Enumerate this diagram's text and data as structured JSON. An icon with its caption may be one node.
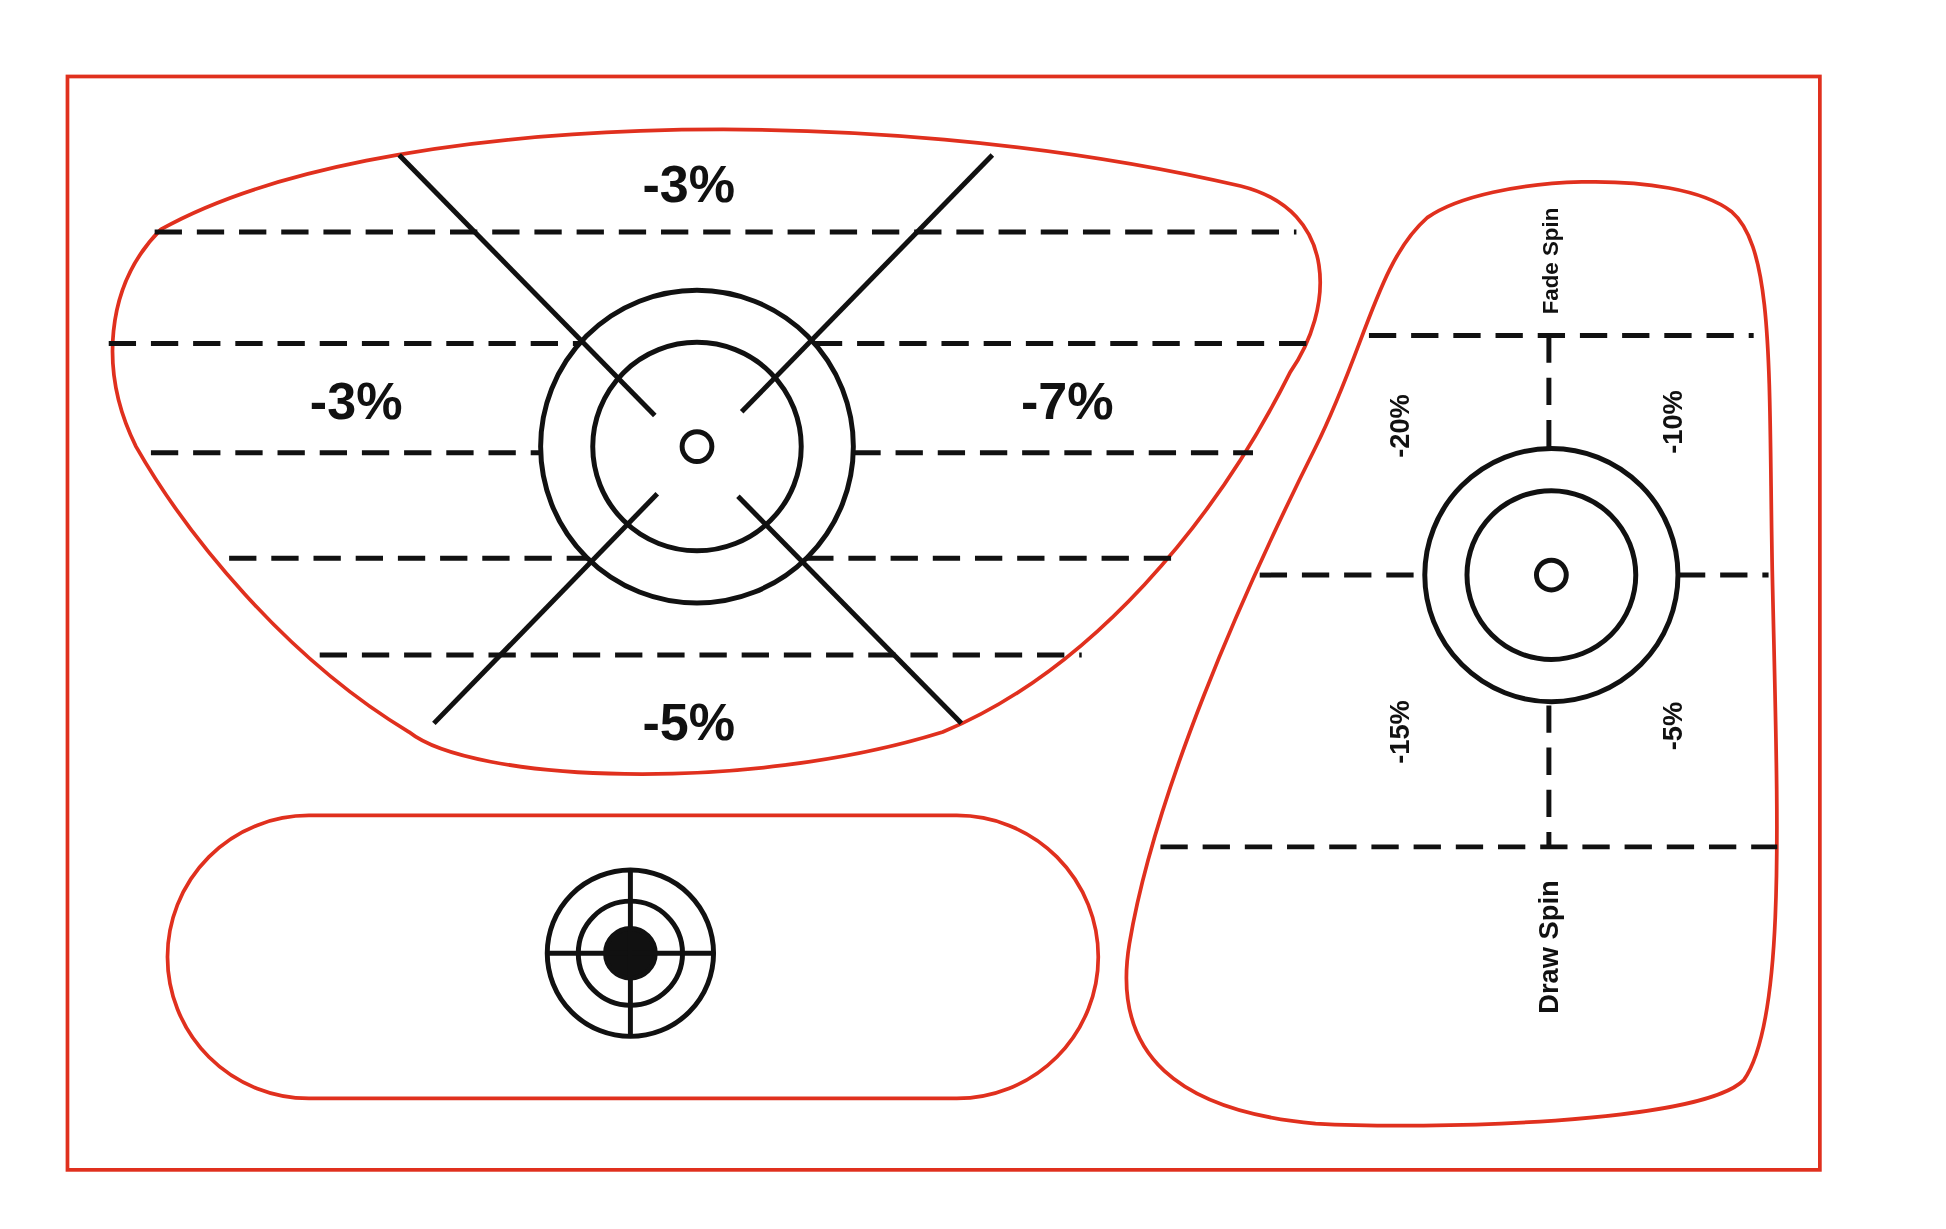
{
  "diagram": {
    "nodes": [
      {
        "text": [],
        "shape": "box"
      },
      {
        "text": [
          "-3%",
          "-3%",
          "-7%",
          "-5%"
        ],
        "in": 0
      },
      {
        "text": [],
        "shape": "box",
        "in": 0
      },
      {
        "text": [
          "Fade Spin",
          "-20%",
          "-10%",
          "-15%",
          "-5%",
          "Draw Spin"
        ],
        "in": 0
      }
    ]
  }
}
